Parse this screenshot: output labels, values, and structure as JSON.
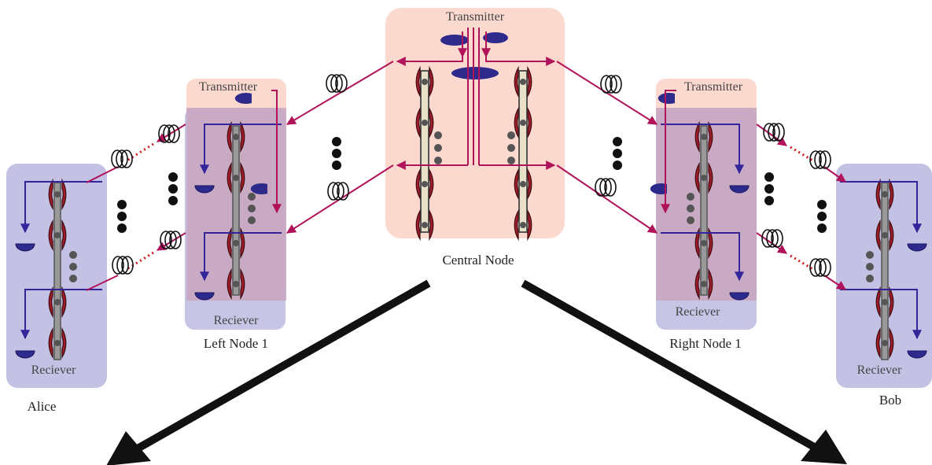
{
  "nodes": {
    "central": {
      "name": "Central Node",
      "transmitter_label": "Transmitter"
    },
    "left1": {
      "name": "Left Node 1",
      "transmitter_label": "Transmitter",
      "receiver_label": "Reciever"
    },
    "right1": {
      "name": "Right Node 1",
      "transmitter_label": "Transmitter",
      "receiver_label": "Reciever"
    },
    "alice": {
      "name": "Alice",
      "receiver_label": "Reciever"
    },
    "bob": {
      "name": "Bob",
      "receiver_label": "Reciever"
    }
  },
  "colors": {
    "transmitter_bg": "#fbd9cf",
    "receiver_bg": "#c4c2e4",
    "overlap_bg": "#c9a6bf",
    "cavity_ring": "#a31c2a",
    "signal_line_magenta": "#b0135a",
    "signal_line_blue": "#33249a",
    "detector": "#2e2a8c",
    "fiber_coil": "#111111",
    "flow_arrow": "#111111"
  },
  "icons": [
    "fiber-coil-icon",
    "optical-cavity-icon",
    "detector-icon",
    "ellipsis-dots-icon",
    "flow-arrow-icon"
  ]
}
